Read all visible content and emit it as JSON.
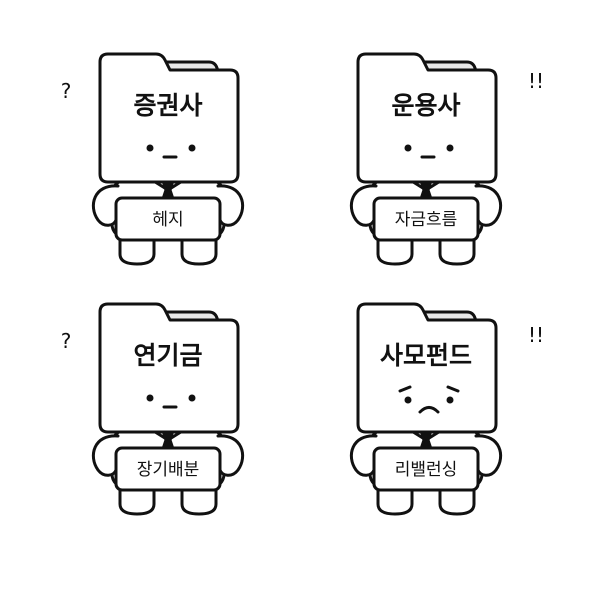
{
  "colors": {
    "ink": "#111111",
    "fill": "#ffffff",
    "tab_fill": "#e8e8e8",
    "background": "#ffffff"
  },
  "characters": [
    {
      "title": "증권사",
      "sign": "헤지",
      "mark": "?",
      "face": "neutral"
    },
    {
      "title": "운용사",
      "sign": "자금흐름",
      "mark": "!!",
      "face": "neutral"
    },
    {
      "title": "연기금",
      "sign": "장기배분",
      "mark": "?",
      "face": "neutral"
    },
    {
      "title": "사모펀드",
      "sign": "리밸런싱",
      "mark": "!!",
      "face": "worried"
    }
  ]
}
